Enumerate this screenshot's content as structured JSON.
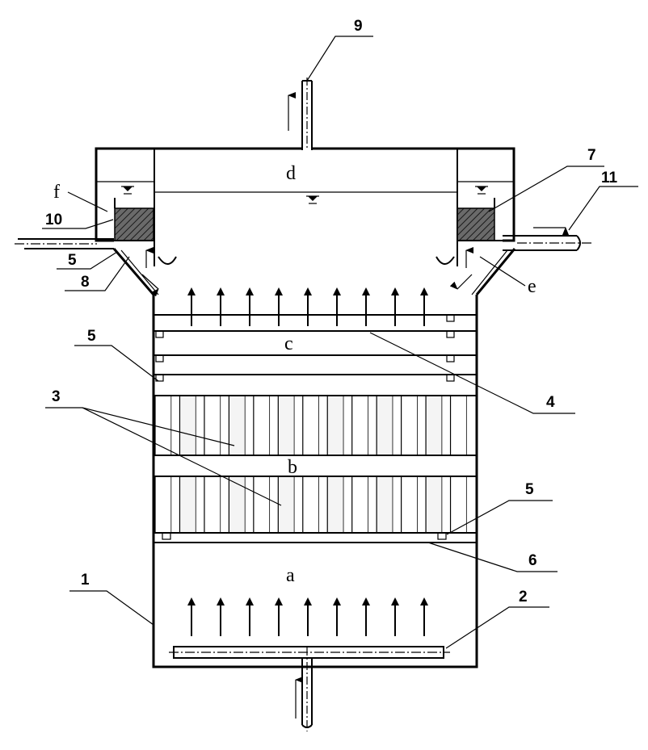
{
  "zones": {
    "a": "a",
    "b": "b",
    "c": "c",
    "d": "d",
    "e": "e",
    "f": "f"
  },
  "callouts": {
    "n1": "1",
    "n2": "2",
    "n3": "3",
    "n4": "4",
    "n5_left_top": "5",
    "n5_left_bottom": "5",
    "n5_right": "5",
    "n6": "6",
    "n7": "7",
    "n8": "8",
    "n9": "9",
    "n10": "10",
    "n11": "11"
  }
}
